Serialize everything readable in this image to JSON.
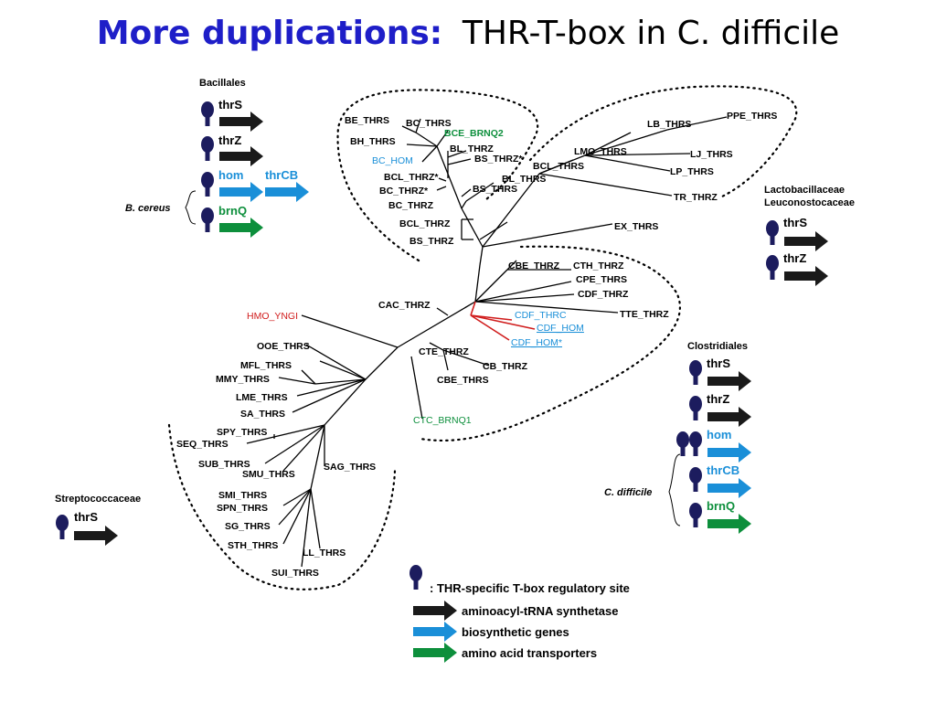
{
  "title": {
    "bold": "More duplications:",
    "rest": "THR-T-box in C. difficile"
  },
  "colors": {
    "synthetase": "#1a1a1a",
    "biosynthetic": "#1a8fd8",
    "transporter": "#0d8f3c",
    "tbox": "#1c1c5e",
    "highlight": "#d01c1c"
  },
  "tree_labels": {
    "be_thrs": "BE_THRS",
    "bc_thrs": "BC_THRS",
    "bce_brnq2": "BCE_BRNQ2",
    "bh_thrs": "BH_THRS",
    "bl_thrz": "BL_THRZ",
    "bc_hom": "BC_HOM",
    "bs_thrz_star": "BS_THRZ*",
    "bcl_thrz_star": "BCL_THRZ*",
    "bc_thrz_star": "BC_THRZ*",
    "bs_thrs": "BS_THRS",
    "bl_thrs": "BL_THRS",
    "bcl_thrs": "BCL_THRS",
    "bc_thrz": "BC_THRZ",
    "bcl_thrz": "BCL_THRZ",
    "bs_thrz": "BS_THRZ",
    "lb_thrs": "LB_THRS",
    "ppe_thrs": "PPE_THRS",
    "lmo_thrs": "LMO_THRS",
    "lj_thrs": "LJ_THRS",
    "lp_thrs": "LP_THRS",
    "tr_thrz": "TR_THRZ",
    "ex_thrs": "EX_THRS",
    "cbe_thrz": "CBE_THRZ",
    "cth_thrz": "CTH_THRZ",
    "cpe_thrs": "CPE_THRS",
    "cdf_thrz": "CDF_THRZ",
    "tte_thrz": "TTE_THRZ",
    "cdf_thrc": "CDF_THRC",
    "cdf_hom": "CDF_HOM",
    "cdf_hom_star": "CDF_HOM*",
    "cac_thrz": "CAC_THRZ",
    "hmo_yngi": "HMO_YNGI",
    "cte_thrz": "CTE_THRZ",
    "cb_thrz": "CB_THRZ",
    "cbe_thrs": "CBE_THRS",
    "ctc_brnq1": "CTC_BRNQ1",
    "ooe_thrs": "OOE_THRS",
    "mfl_thrs": "MFL_THRS",
    "mmy_thrs": "MMY_THRS",
    "lme_thrs": "LME_THRS",
    "sa_thrs": "SA_THRS",
    "spy_thrs": "SPY_THRS",
    "seq_thrs": "SEQ_THRS",
    "sub_thrs": "SUB_THRS",
    "smu_thrs": "SMU_THRS",
    "sag_thrs": "SAG_THRS",
    "smi_thrs": "SMI_THRS",
    "spn_thrs": "SPN_THRS",
    "sg_thrs": "SG_THRS",
    "sth_thrs": "STH_THRS",
    "ll_thrs": "LL_THRS",
    "sui_thrs": "SUI_THRS"
  },
  "groups": {
    "bacillales": {
      "name": "Bacillales",
      "genes": {
        "thrS": "thrS",
        "thrZ": "thrZ",
        "hom": "hom",
        "thrCB": "thrCB",
        "brnQ": "brnQ"
      },
      "species": "B. cereus"
    },
    "lacto": {
      "name1": "Lactobacillaceae",
      "name2": "Leuconostocaceae",
      "genes": {
        "thrS": "thrS",
        "thrZ": "thrZ"
      }
    },
    "clostridiales": {
      "name": "Clostridiales",
      "genes": {
        "thrS": "thrS",
        "thrZ": "thrZ",
        "hom": "hom",
        "thrCB": "thrCB",
        "brnQ": "brnQ"
      },
      "species": "C. difficile"
    },
    "strepto": {
      "name": "Streptococcaceae",
      "genes": {
        "thrS": "thrS"
      }
    }
  },
  "legend": {
    "tbox": ": THR-specific T-box regulatory site",
    "synthetase": "aminoacyl-tRNA synthetase",
    "biosynthetic": "biosynthetic genes",
    "transporter": "amino acid transporters"
  }
}
